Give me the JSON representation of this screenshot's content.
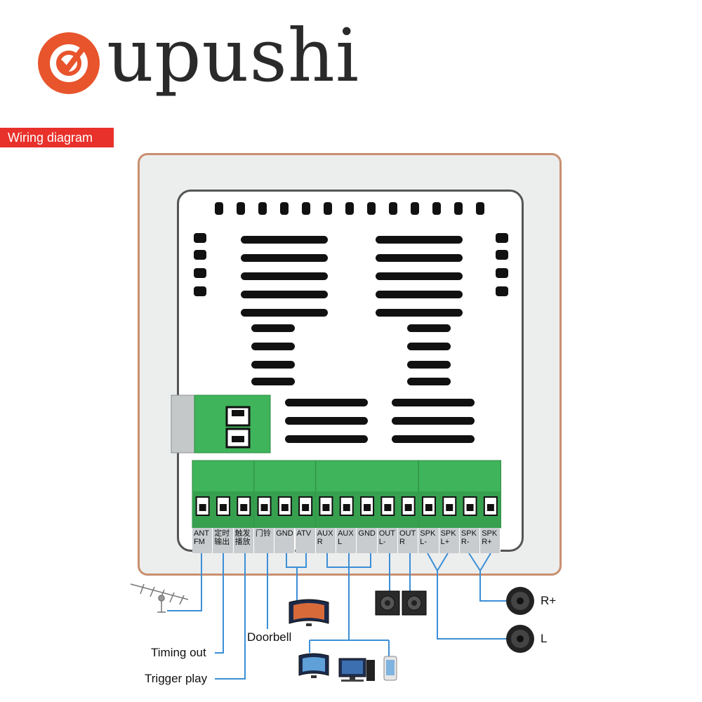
{
  "brand": {
    "name": "upushi",
    "color": "#e8542c"
  },
  "section_badge": {
    "text": "Wiring diagram",
    "color": "#e8312a"
  },
  "terminals": [
    {
      "label": "ANT\nFM"
    },
    {
      "label": "定时\n输出"
    },
    {
      "label": "触发\n播放"
    },
    {
      "label": "门铃"
    },
    {
      "label": "GND"
    },
    {
      "label": "ATV"
    },
    {
      "label": "AUX\nR"
    },
    {
      "label": "AUX\nL"
    },
    {
      "label": "GND"
    },
    {
      "label": "OUT\nL-"
    },
    {
      "label": "OUT\nR"
    },
    {
      "label": "SPK\nL-"
    },
    {
      "label": "SPK\nL+"
    },
    {
      "label": "SPK\nR-"
    },
    {
      "label": "SPK\nR+"
    }
  ],
  "external_labels": {
    "timing_out": "Timing out",
    "trigger_play": "Trigger play",
    "doorbell": "Doorbell",
    "speaker_r": "R+",
    "speaker_l": "L"
  },
  "devices": {
    "antenna": "antenna-icon",
    "tv": "tv-icon",
    "monitor": "monitor-icon",
    "computer": "computer-icon",
    "phone": "phone-icon",
    "active_speakers": "speaker-box-icon",
    "ceiling_speakers": "ceiling-speaker-icon"
  },
  "colors": {
    "wire": "#3b8fd6",
    "connector": "#3fb45a",
    "panel_border": "#c98f70"
  }
}
